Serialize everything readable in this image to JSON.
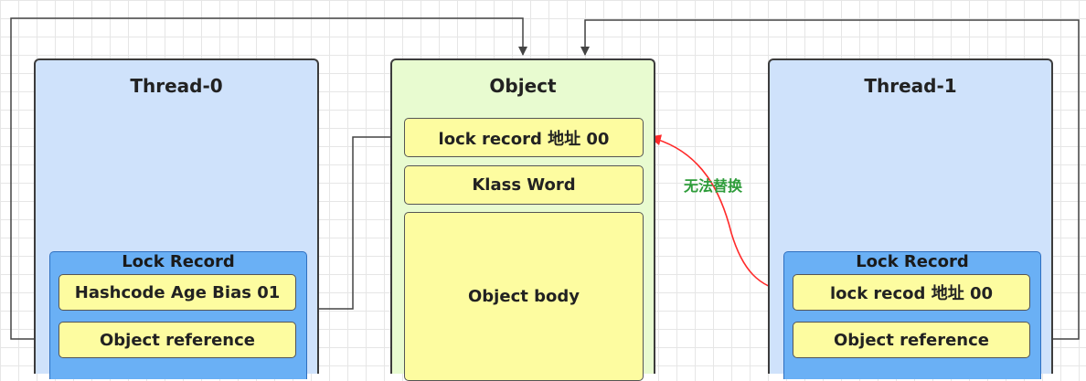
{
  "thread0": {
    "title": "Thread-0",
    "lock_record": {
      "title": "Lock Record",
      "slot1": "Hashcode Age Bias 01",
      "slot2": "Object reference"
    }
  },
  "object": {
    "title": "Object",
    "header_lock": "lock record 地址 00",
    "klass_word": "Klass Word",
    "body": "Object body"
  },
  "thread1": {
    "title": "Thread-1",
    "lock_record": {
      "title": "Lock Record",
      "slot1": "lock recod 地址 00",
      "slot2": "Object reference"
    }
  },
  "annotation": "无法替换",
  "colors": {
    "thread_bg": "#cfe2fb",
    "object_bg": "#e8fbd0",
    "lock_record_bg": "#6ab0f5",
    "cell_bg": "#fdfca0",
    "cas_arrow": "#ff2a2a",
    "note_text": "#2e9c3a",
    "wire": "#444444"
  },
  "icons": [
    "arrow-head-icon"
  ]
}
